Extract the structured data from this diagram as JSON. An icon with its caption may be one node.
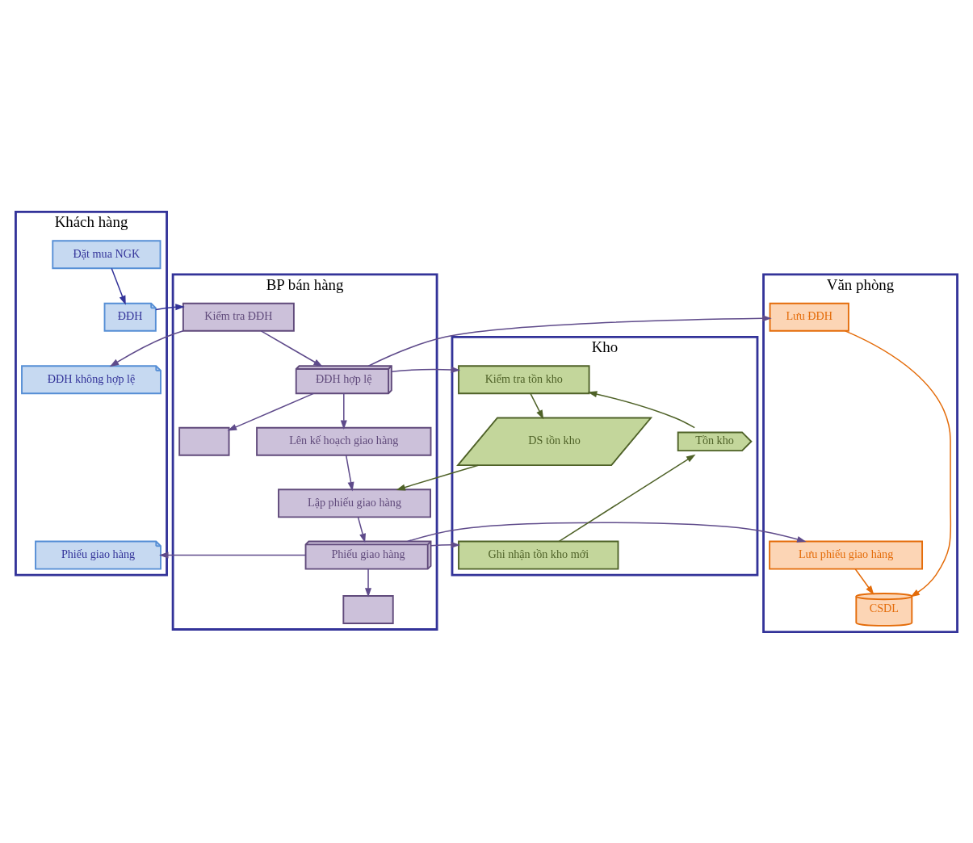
{
  "diagram": {
    "nodes": [
      {
        "text": [
          "Khách hàng"
        ]
      },
      {
        "text": [
          "BP bán hàng"
        ]
      },
      {
        "text": [
          "Kho"
        ]
      },
      {
        "text": [
          "Văn phòng"
        ]
      },
      {
        "text": [
          "Đặt mua NGK"
        ],
        "in": 0
      },
      {
        "text": [
          "ĐĐH"
        ],
        "in": 0
      },
      {
        "text": [
          "Kiểm tra ĐĐH"
        ],
        "in": 1
      },
      {
        "text": [
          "Lưu ĐĐH"
        ],
        "in": 3
      },
      {
        "text": [
          "ĐĐH hợp lệ"
        ],
        "in": 1
      },
      {
        "text": [
          "Kiểm tra tồn kho"
        ],
        "in": 2
      },
      {
        "text": [
          "ĐĐH không hợp lệ"
        ],
        "in": 0
      },
      {
        "text": [
          "CSDL"
        ],
        "in": 3
      },
      {
        "text": [],
        "shape": "box",
        "in": 1
      },
      {
        "text": [
          "Tồn kho"
        ],
        "in": 2
      },
      {
        "text": [
          "Lên kế hoạch giao hàng"
        ],
        "in": 1
      },
      {
        "text": [
          "DS tồn kho"
        ],
        "in": 2
      },
      {
        "text": [
          "Lập phiếu giao hàng"
        ],
        "in": 1
      },
      {
        "text": [
          "Lưu phiếu giao hàng"
        ],
        "in": 3
      },
      {
        "text": [
          "Phiếu giao hàng"
        ],
        "in": 0
      },
      {
        "text": [
          "Phiếu giao hàng"
        ],
        "in": 1
      },
      {
        "text": [
          "Ghi nhận tồn kho mới"
        ],
        "in": 2
      },
      {
        "text": [],
        "shape": "box",
        "in": 1
      }
    ],
    "edges": [
      {
        "from": 4,
        "to": 5,
        "arrow": "to",
        "color": "#333399"
      },
      {
        "from": 5,
        "to": 6,
        "arrow": "to",
        "color": "#333399"
      },
      {
        "from": 6,
        "to": 10,
        "arrow": "to"
      },
      {
        "from": 6,
        "to": 8,
        "arrow": "to"
      },
      {
        "from": 8,
        "to": 7,
        "arrow": "to"
      },
      {
        "from": 8,
        "to": 9,
        "arrow": "to"
      },
      {
        "from": 8,
        "to": 12,
        "arrow": "to"
      },
      {
        "from": 8,
        "to": 14,
        "arrow": "to"
      },
      {
        "from": 13,
        "to": 9,
        "arrow": "to",
        "color": "#4f6228"
      },
      {
        "from": 9,
        "to": 15,
        "arrow": "to",
        "color": "#4f6228"
      },
      {
        "from": 20,
        "to": 13,
        "arrow": "to",
        "color": "#4f6228"
      },
      {
        "from": 7,
        "to": 11,
        "arrow": "to",
        "color": "#e46c0a"
      },
      {
        "from": 17,
        "to": 11,
        "arrow": "to",
        "color": "#e46c0a"
      },
      {
        "from": 15,
        "to": 16,
        "arrow": "to",
        "color": "#4f6228"
      },
      {
        "from": 14,
        "to": 16,
        "arrow": "to"
      },
      {
        "from": 16,
        "to": 19,
        "arrow": "to"
      },
      {
        "from": 19,
        "to": 18,
        "arrow": "to"
      },
      {
        "from": 19,
        "to": 17,
        "arrow": "to"
      },
      {
        "from": 19,
        "to": 20,
        "arrow": "to"
      },
      {
        "from": 19,
        "to": 21,
        "arrow": "to"
      }
    ]
  }
}
